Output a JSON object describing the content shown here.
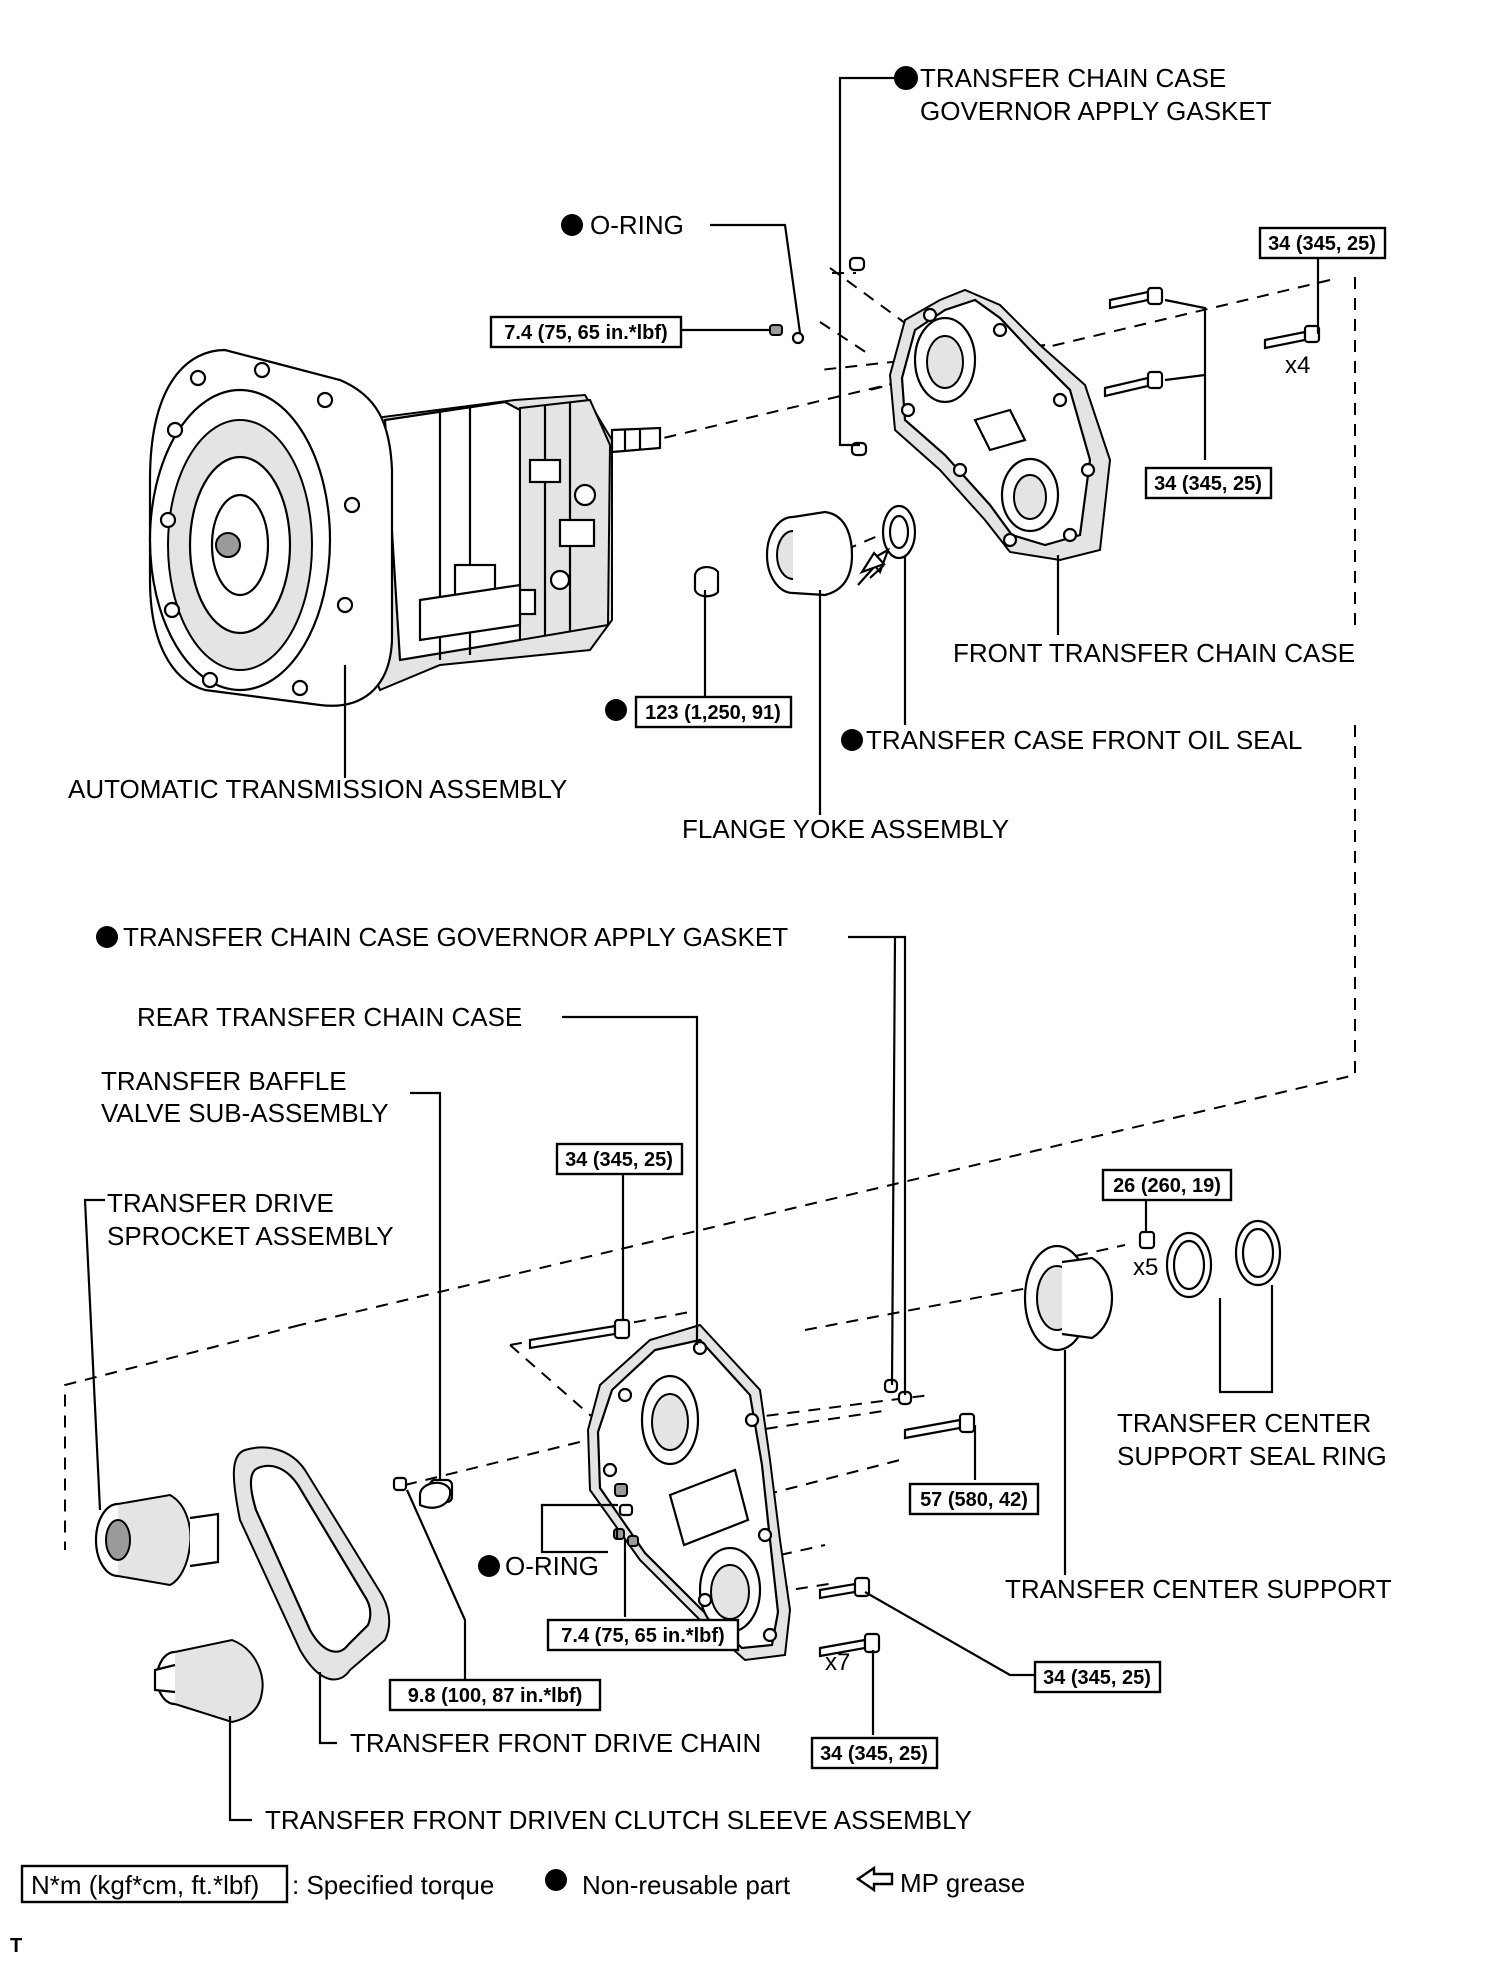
{
  "labels": {
    "gasket_top_1": "TRANSFER CHAIN CASE",
    "gasket_top_2": "GOVERNOR APPLY GASKET",
    "oring_top": "O-RING",
    "front_chain_case": "FRONT TRANSFER CHAIN CASE",
    "front_oil_seal": "TRANSFER CASE FRONT OIL SEAL",
    "auto_trans": "AUTOMATIC TRANSMISSION ASSEMBLY",
    "flange_yoke": "FLANGE YOKE ASSEMBLY",
    "gasket_mid": "TRANSFER CHAIN CASE GOVERNOR APPLY GASKET",
    "rear_chain_case": "REAR TRANSFER CHAIN CASE",
    "baffle_1": "TRANSFER BAFFLE",
    "baffle_2": "VALVE SUB-ASSEMBLY",
    "drive_sprocket_1": "TRANSFER DRIVE",
    "drive_sprocket_2": "SPROCKET ASSEMBLY",
    "seal_ring_1": "TRANSFER CENTER",
    "seal_ring_2": "SUPPORT SEAL RING",
    "center_support": "TRANSFER CENTER SUPPORT",
    "oring_bottom": "O-RING",
    "drive_chain": "TRANSFER FRONT DRIVE CHAIN",
    "clutch_sleeve": "TRANSFER FRONT DRIVEN CLUTCH SLEEVE ASSEMBLY"
  },
  "torques": {
    "t1": "34 (345, 25)",
    "t2": "7.4 (75, 65 in.*lbf)",
    "t3": "34 (345, 25)",
    "t4": "123 (1,250, 91)",
    "t5": "34 (345, 25)",
    "t6": "26 (260, 19)",
    "t7": "57 (580, 42)",
    "t8": "7.4 (75, 65 in.*lbf)",
    "t9": "34 (345, 25)",
    "t10": "9.8 (100, 87 in.*lbf)",
    "t11": "34 (345, 25)"
  },
  "quantities": {
    "q1": "x4",
    "q2": "x5",
    "q3": "x7"
  },
  "legend": {
    "torque_box": "N*m (kgf*cm, ft.*lbf)",
    "torque_text": ": Specified torque",
    "nonreusable": "Non-reusable part",
    "grease": "MP grease"
  },
  "corner_mark": "T"
}
